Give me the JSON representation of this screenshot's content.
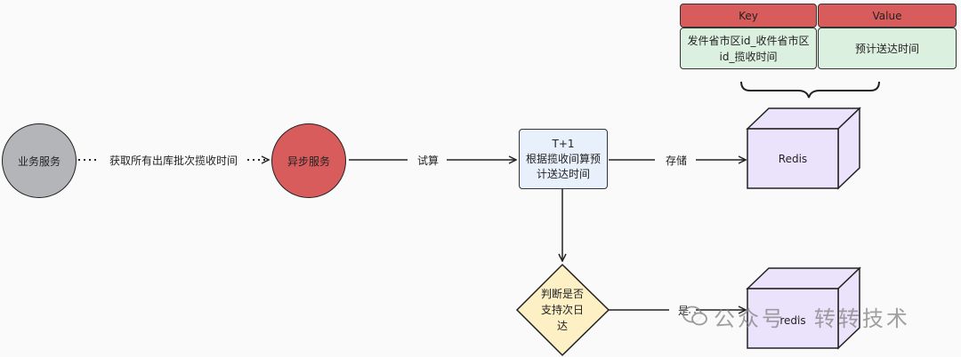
{
  "nodes": {
    "business_service": "业务服务",
    "async_service": "异步服务",
    "process": [
      "T+1",
      "根据揽收间算预",
      "计送达时间"
    ],
    "decision": [
      "判断是否",
      "支持次日",
      "达"
    ],
    "redis_top": "Redis",
    "redis_bottom": "redis"
  },
  "edges": {
    "fetch": "获取所有出库批次揽收时间",
    "calc": "试算",
    "store": "存储",
    "yes": "是"
  },
  "kv_table": {
    "key_header": "Key",
    "value_header": "Value",
    "key_content": [
      "发件省市区id_收件省市区",
      "id_揽收时间"
    ],
    "value_content": "预计送达时间"
  },
  "watermark": {
    "icon": "wechat-icon",
    "text": "公众号 · 转转技术"
  },
  "colors": {
    "business_fill": "#b4b5b9",
    "async_fill": "#d95c5c",
    "process_fill": "#e8f0fb",
    "decision_fill": "#fdf0c4",
    "redis_fill": "#ebe3fb",
    "kv_header_fill": "#d95c5c",
    "kv_cell_fill": "#dcf0e0"
  }
}
